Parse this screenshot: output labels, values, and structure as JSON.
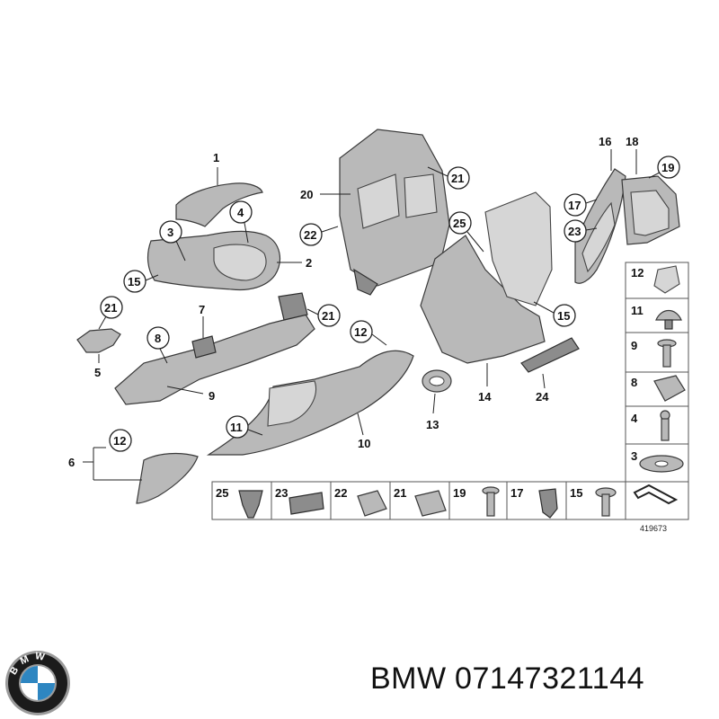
{
  "diagram": {
    "drawing_number": "419673",
    "callouts": [
      "1",
      "2",
      "3",
      "4",
      "5",
      "6",
      "7",
      "8",
      "9",
      "10",
      "11",
      "12",
      "13",
      "14",
      "15",
      "16",
      "17",
      "18",
      "19",
      "20",
      "21",
      "22",
      "23",
      "24",
      "25"
    ],
    "right_column_items": [
      "12",
      "11",
      "9",
      "8",
      "4",
      "3"
    ],
    "bottom_row_items": [
      "25",
      "23",
      "22",
      "21",
      "19",
      "17",
      "15"
    ]
  },
  "brand": {
    "name": "BMW",
    "part_number": "07147321144",
    "logo_letters": "BMW",
    "logo_colors": {
      "ring": "#1b1b1b",
      "blue": "#2e86c1",
      "white": "#ffffff",
      "chrome": "#9a9a9a"
    }
  }
}
